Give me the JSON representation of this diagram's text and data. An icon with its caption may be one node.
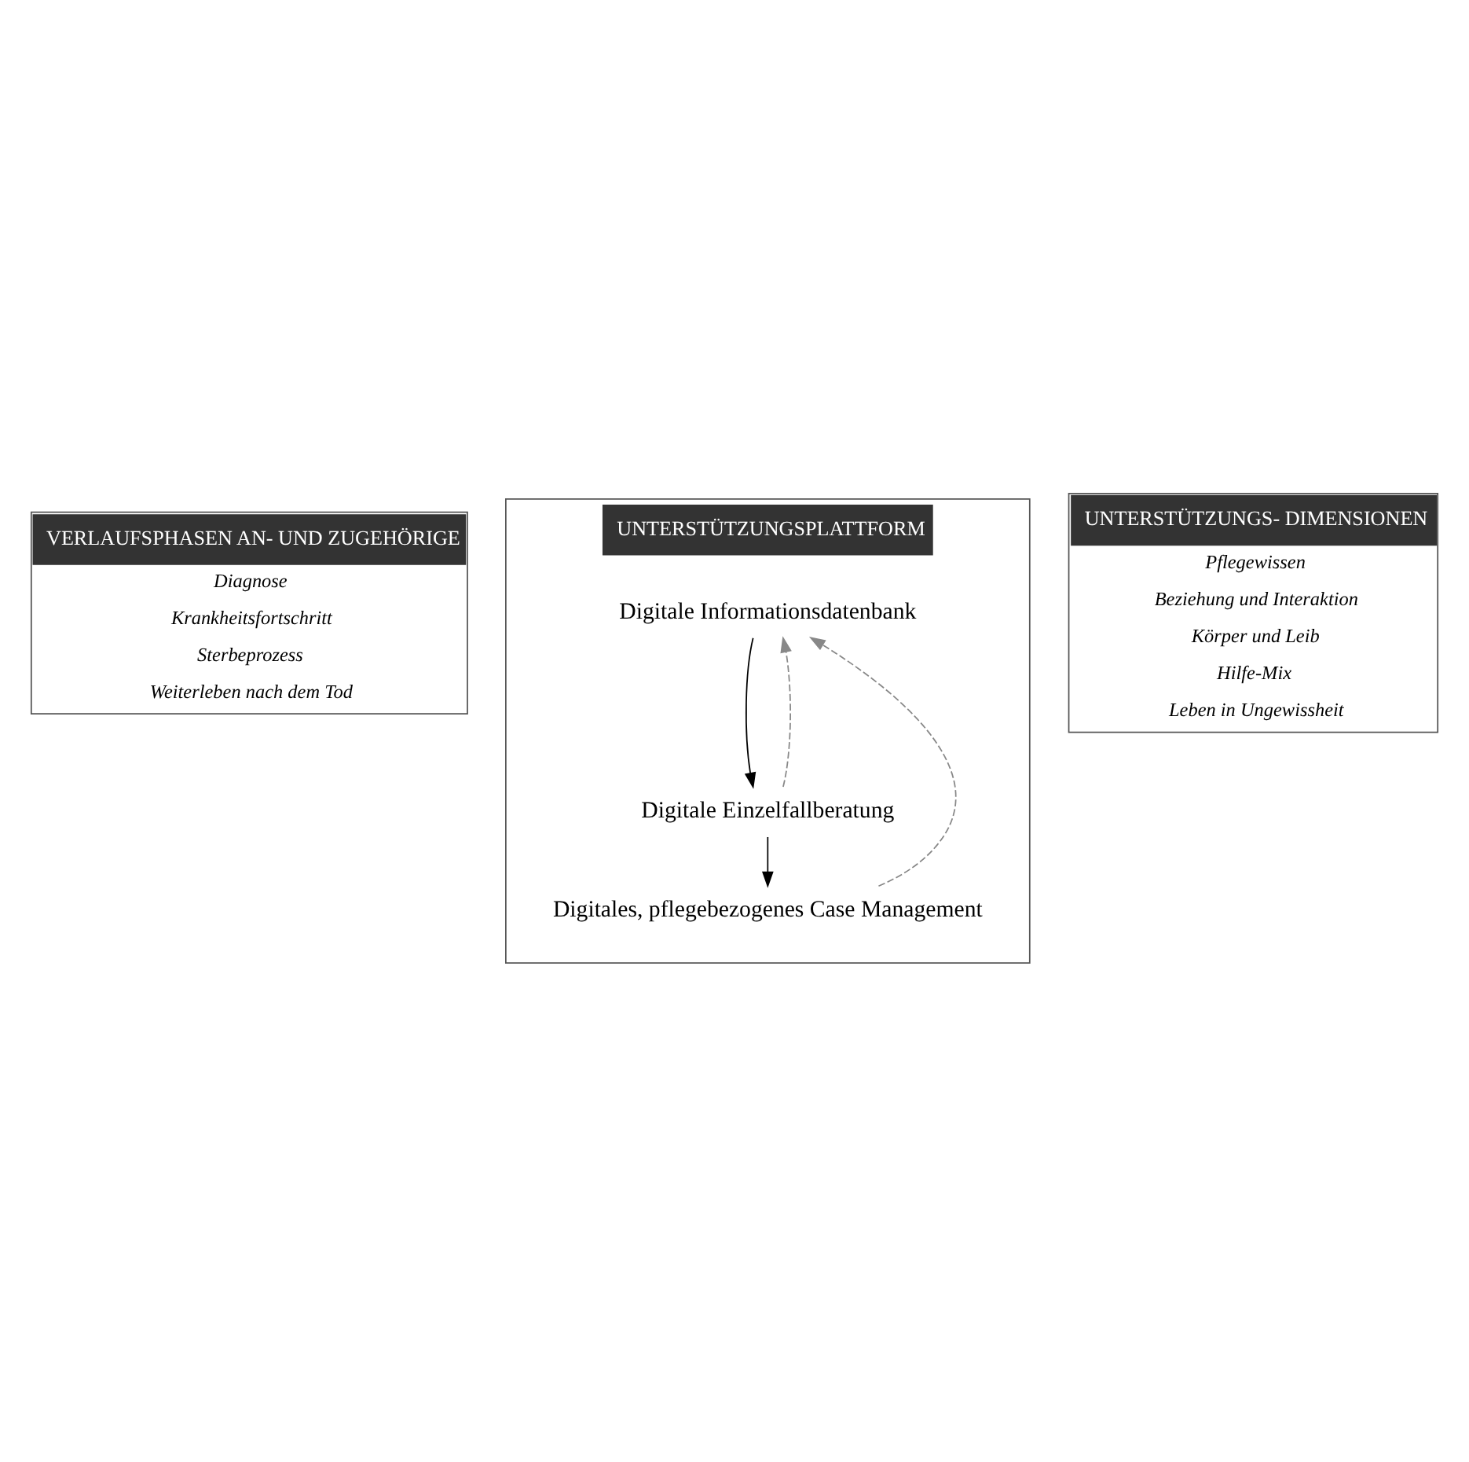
{
  "diagram": {
    "nodes": [
      {
        "text": [
          "VERLAUFSPHASEN AN- UND ZUGEHÖRIGE",
          "Diagnose",
          "Krankheitsfortschritt",
          "Sterbeprozess",
          "Weiterleben nach dem Tod"
        ]
      },
      {
        "text": [
          "UNTERSTÜTZUNGSPLATTFORM"
        ]
      },
      {
        "text": [
          "Digitale Informationsdatenbank"
        ],
        "in": 1
      },
      {
        "text": [
          "Digitale Einzelfallberatung"
        ],
        "in": 1
      },
      {
        "text": [
          "Digitales, pflegebezogenes Case Management"
        ],
        "in": 1
      },
      {
        "text": [
          "UNTERSTÜTZUNGS- DIMENSIONEN",
          "Pflegewissen",
          "Beziehung und Interaktion",
          "Körper und Leib",
          "Hilfe-Mix",
          "Leben in Ungewissheit"
        ]
      }
    ],
    "edges": [
      {
        "from": 2,
        "to": 3,
        "arrow": "to"
      },
      {
        "from": 3,
        "to": 4,
        "arrow": "to"
      },
      {
        "from": 3,
        "to": 2,
        "arrow": "to",
        "style": "dashed",
        "color": "#888888"
      },
      {
        "from": 4,
        "to": 2,
        "arrow": "to",
        "style": "dashed",
        "color": "#888888"
      }
    ]
  }
}
